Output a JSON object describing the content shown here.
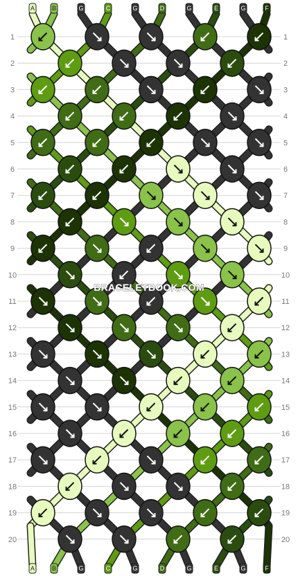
{
  "colors": {
    "A": "#e6fbbd",
    "B": "#8ac24a",
    "C": "#5e9c12",
    "D": "#3f6c14",
    "E": "#2a4d0f",
    "F": "#1c3303",
    "G": "#333333"
  },
  "top_strings": [
    "A",
    "B",
    "G",
    "C",
    "G",
    "D",
    "G",
    "E",
    "G",
    "F"
  ],
  "bottom_strings": [
    "A",
    "B",
    "G",
    "C",
    "G",
    "D",
    "G",
    "E",
    "G",
    "F"
  ],
  "row_numbers": [
    "1",
    "2",
    "3",
    "4",
    "5",
    "6",
    "7",
    "8",
    "9",
    "10",
    "11",
    "12",
    "13",
    "14",
    "15",
    "16",
    "17",
    "18",
    "19",
    "20"
  ],
  "watermark": "BRACELETBOOK.COM",
  "knots": [
    [
      {
        "c": "B",
        "d": "sw"
      },
      {
        "c": "G",
        "d": "se"
      },
      {
        "c": "G",
        "d": "se"
      },
      {
        "c": "D",
        "d": "sw"
      },
      {
        "c": "F",
        "d": "sw"
      }
    ],
    [
      {
        "c": "C",
        "d": "sw"
      },
      {
        "c": "G",
        "d": "se"
      },
      {
        "c": "G",
        "d": "se"
      },
      {
        "c": "E",
        "d": "sw"
      }
    ],
    [
      {
        "c": "C",
        "d": "sw"
      },
      {
        "c": "D",
        "d": "sw"
      },
      {
        "c": "G",
        "d": "se"
      },
      {
        "c": "F",
        "d": "sw"
      },
      {
        "c": "G",
        "d": "se"
      }
    ],
    [
      {
        "c": "D",
        "d": "sw"
      },
      {
        "c": "D",
        "d": "sw"
      },
      {
        "c": "F",
        "d": "sw"
      },
      {
        "c": "G",
        "d": "se"
      }
    ],
    [
      {
        "c": "D",
        "d": "sw"
      },
      {
        "c": "D",
        "d": "sw"
      },
      {
        "c": "F",
        "d": "sw"
      },
      {
        "c": "G",
        "d": "se"
      },
      {
        "c": "G",
        "d": "se"
      }
    ],
    [
      {
        "c": "E",
        "d": "sw"
      },
      {
        "c": "F",
        "d": "sw"
      },
      {
        "c": "A",
        "d": "se"
      },
      {
        "c": "G",
        "d": "se"
      }
    ],
    [
      {
        "c": "E",
        "d": "sw"
      },
      {
        "c": "F",
        "d": "sw"
      },
      {
        "c": "B",
        "d": "se"
      },
      {
        "c": "A",
        "d": "se"
      },
      {
        "c": "G",
        "d": "se"
      }
    ],
    [
      {
        "c": "F",
        "d": "sw"
      },
      {
        "c": "C",
        "d": "se"
      },
      {
        "c": "B",
        "d": "se"
      },
      {
        "c": "A",
        "d": "se"
      }
    ],
    [
      {
        "c": "F",
        "d": "sw"
      },
      {
        "c": "D",
        "d": "se"
      },
      {
        "c": "G",
        "d": "sw"
      },
      {
        "c": "B",
        "d": "se"
      },
      {
        "c": "A",
        "d": "se"
      }
    ],
    [
      {
        "c": "E",
        "d": "se"
      },
      {
        "c": "G",
        "d": "sw"
      },
      {
        "c": "C",
        "d": "se"
      },
      {
        "c": "B",
        "d": "se"
      }
    ],
    [
      {
        "c": "F",
        "d": "se"
      },
      {
        "c": "D",
        "d": "se"
      },
      {
        "c": "G",
        "d": "sw"
      },
      {
        "c": "C",
        "d": "se"
      },
      {
        "c": "A",
        "d": "sw"
      }
    ],
    [
      {
        "c": "F",
        "d": "se"
      },
      {
        "c": "D",
        "d": "se"
      },
      {
        "c": "D",
        "d": "se"
      },
      {
        "c": "A",
        "d": "sw"
      }
    ],
    [
      {
        "c": "G",
        "d": "se"
      },
      {
        "c": "F",
        "d": "se"
      },
      {
        "c": "E",
        "d": "se"
      },
      {
        "c": "A",
        "d": "sw"
      },
      {
        "c": "B",
        "d": "sw"
      }
    ],
    [
      {
        "c": "G",
        "d": "se"
      },
      {
        "c": "F",
        "d": "se"
      },
      {
        "c": "A",
        "d": "sw"
      },
      {
        "c": "B",
        "d": "sw"
      }
    ],
    [
      {
        "c": "G",
        "d": "se"
      },
      {
        "c": "G",
        "d": "se"
      },
      {
        "c": "A",
        "d": "sw"
      },
      {
        "c": "B",
        "d": "sw"
      },
      {
        "c": "C",
        "d": "sw"
      }
    ],
    [
      {
        "c": "G",
        "d": "se"
      },
      {
        "c": "A",
        "d": "sw"
      },
      {
        "c": "B",
        "d": "sw"
      },
      {
        "c": "C",
        "d": "sw"
      }
    ],
    [
      {
        "c": "G",
        "d": "se"
      },
      {
        "c": "A",
        "d": "sw"
      },
      {
        "c": "G",
        "d": "se"
      },
      {
        "c": "C",
        "d": "sw"
      },
      {
        "c": "D",
        "d": "sw"
      }
    ],
    [
      {
        "c": "A",
        "d": "sw"
      },
      {
        "c": "G",
        "d": "se"
      },
      {
        "c": "G",
        "d": "se"
      },
      {
        "c": "D",
        "d": "sw"
      }
    ],
    [
      {
        "c": "A",
        "d": "sw"
      },
      {
        "c": "G",
        "d": "se"
      },
      {
        "c": "G",
        "d": "se"
      },
      {
        "c": "D",
        "d": "sw"
      },
      {
        "c": "E",
        "d": "sw"
      }
    ],
    [
      {
        "c": "G",
        "d": "se"
      },
      {
        "c": "G",
        "d": "se"
      },
      {
        "c": "D",
        "d": "sw"
      },
      {
        "c": "E",
        "d": "sw"
      }
    ]
  ]
}
